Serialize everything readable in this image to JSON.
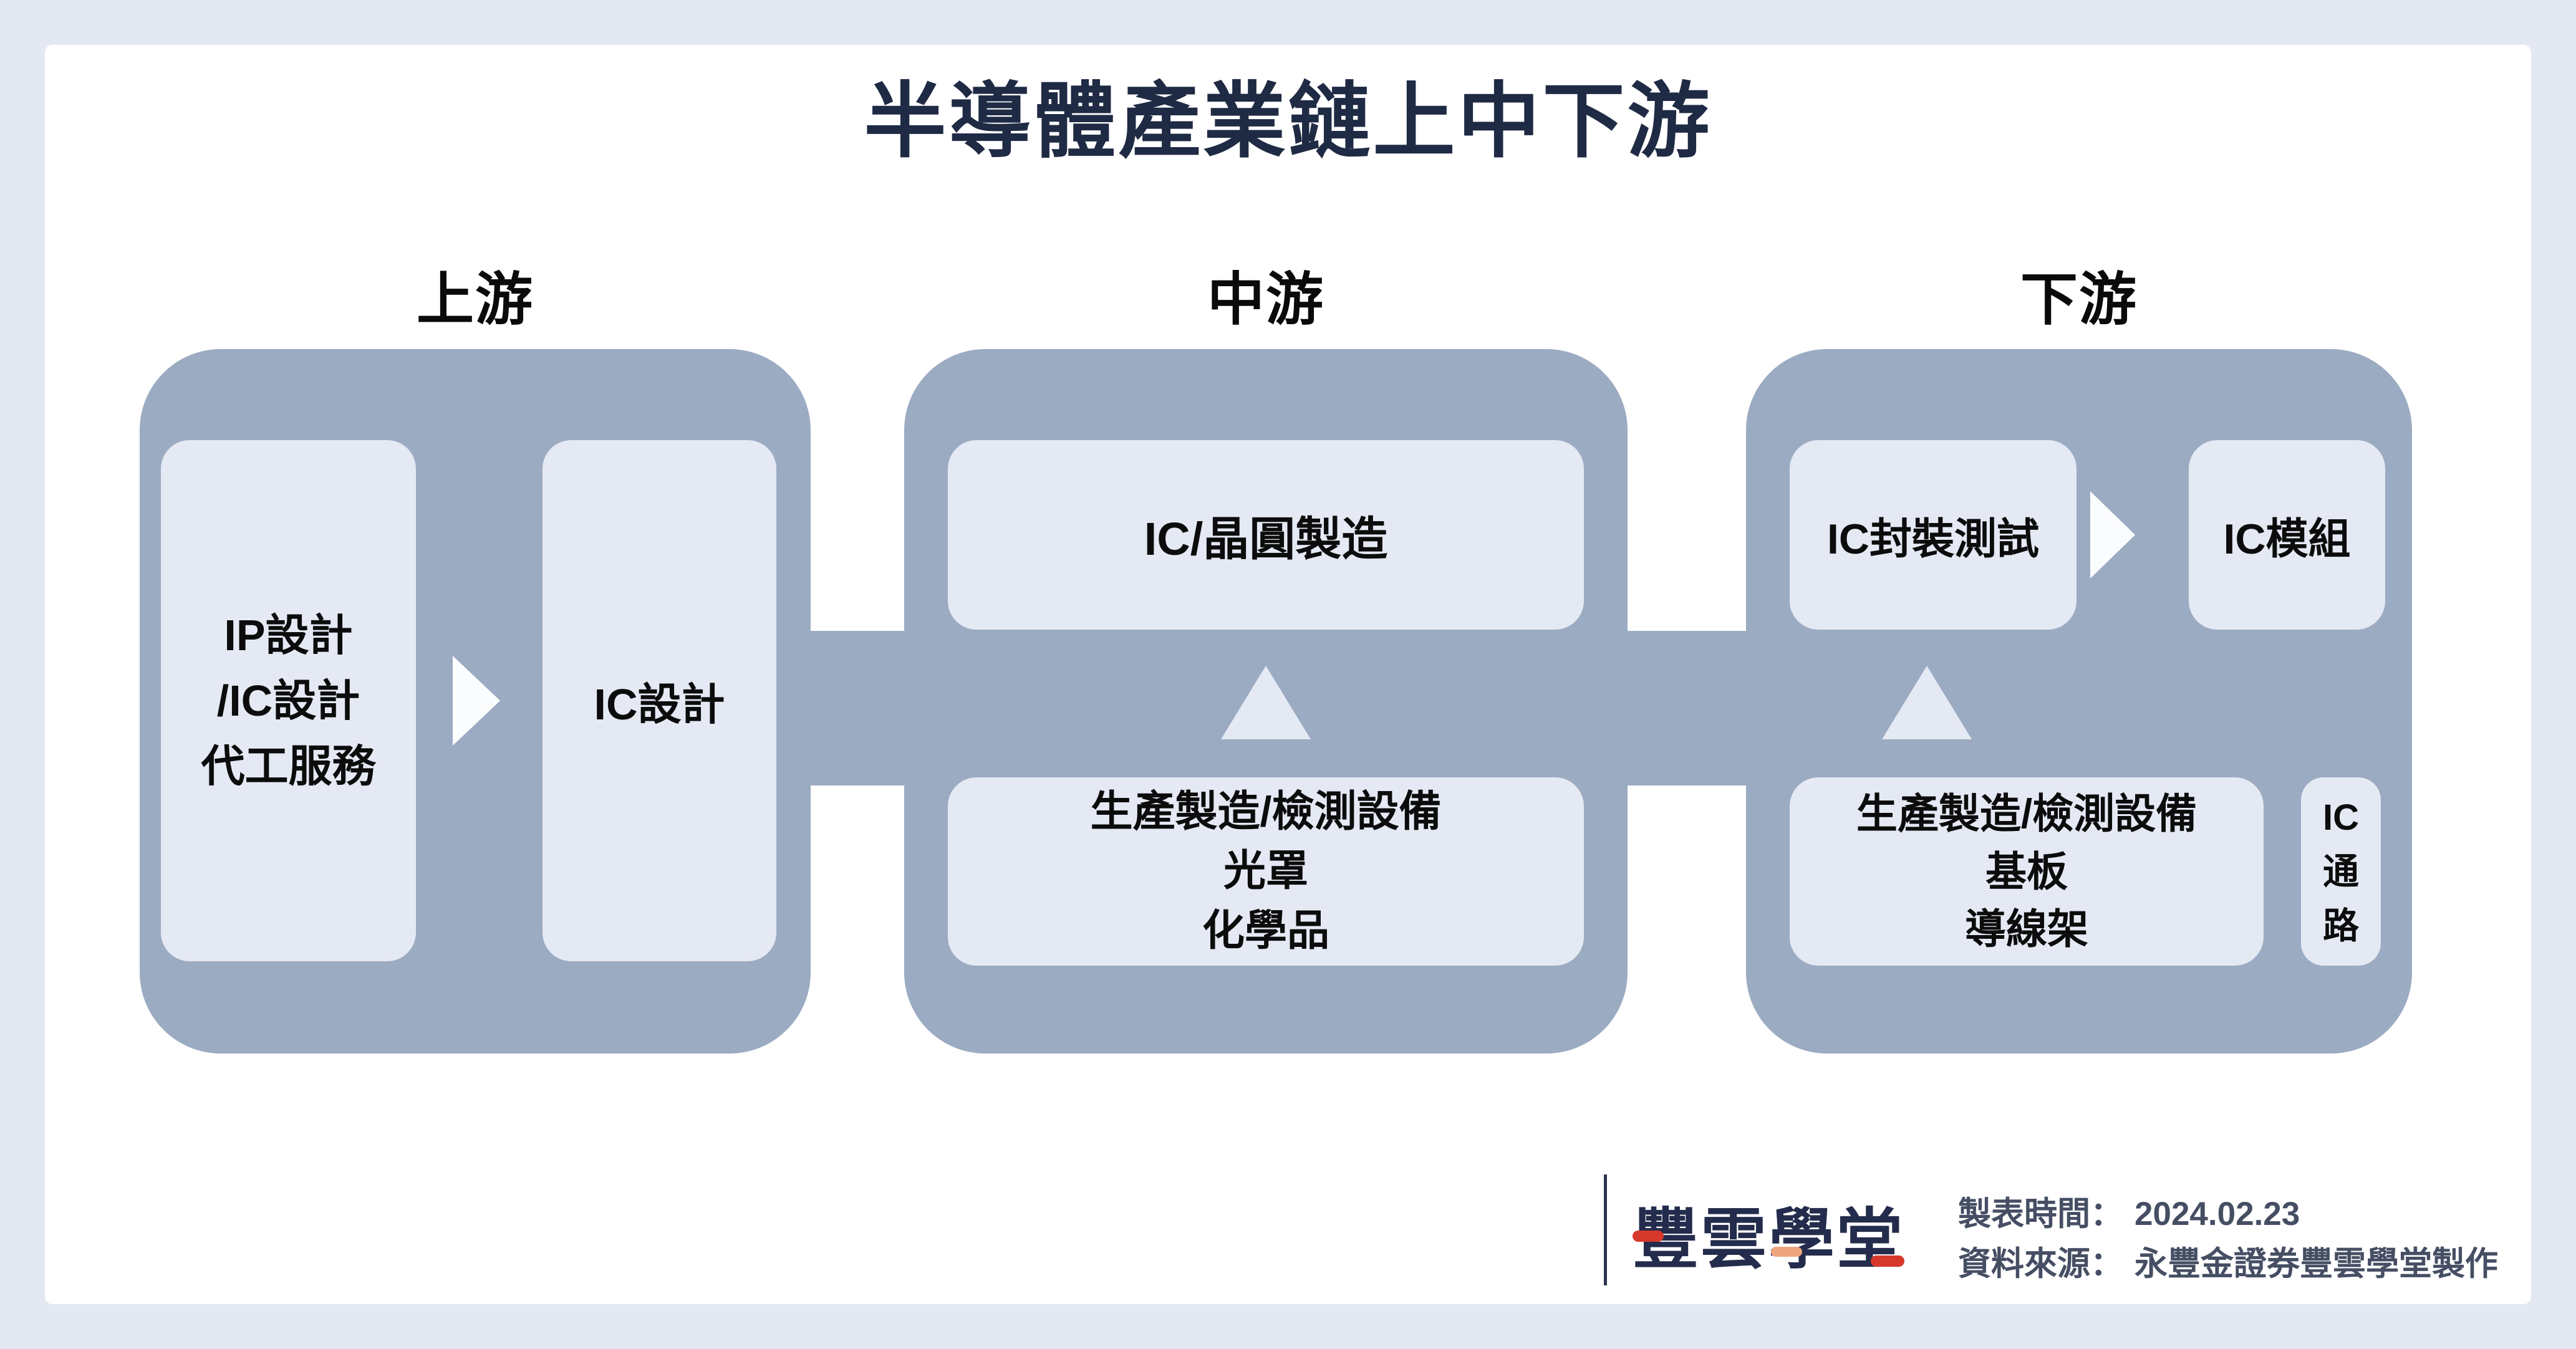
{
  "title": "半導體產業鏈上中下游",
  "colors": {
    "page_bg": "#e3e8f3",
    "card_bg": "#ffffff",
    "group_box": "#9babc2",
    "inner_box": "#e5e9f4",
    "right_arrow": "#fbfcfe",
    "title_text": "#1f2a44",
    "box_text": "#0c0c0c",
    "footer_text": "#454e63",
    "logo_navy": "#232c4c",
    "logo_accent_red": "#d6382c",
    "logo_accent_salmon": "#efa57e"
  },
  "sections": {
    "upstream": {
      "label": "上游",
      "design_service_lines": [
        "IP設計",
        "/IC設計",
        "代工服務"
      ],
      "ic_design": "IC設計"
    },
    "midstream": {
      "label": "中游",
      "fab": "IC/晶圓製造",
      "supply_lines": [
        "生產製造/檢測設備",
        "光罩",
        "化學品"
      ]
    },
    "downstream": {
      "label": "下游",
      "packaging_testing": "IC封裝測試",
      "module": "IC模組",
      "supply_lines": [
        "生產製造/檢測設備",
        "基板",
        "導線架"
      ],
      "channel_lines": [
        "IC",
        "通",
        "路"
      ]
    }
  },
  "footer": {
    "logo": "豐雲學堂",
    "created_label": "製表時間：",
    "created_value": "2024.02.23",
    "source_label": "資料來源：",
    "source_value": "永豐金證券豐雲學堂製作"
  }
}
